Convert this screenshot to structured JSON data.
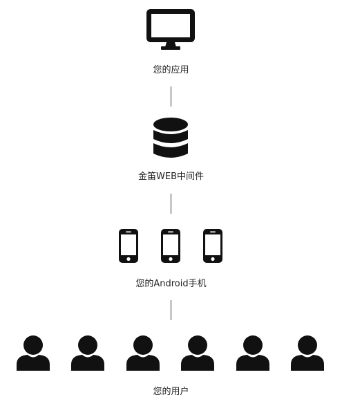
{
  "nodes": {
    "app": {
      "label": "您的应用",
      "icon": "monitor-icon"
    },
    "middleware": {
      "label": "金笛WEB中间件",
      "icon": "database-icon"
    },
    "phones": {
      "label": "您的Android手机",
      "icon": "smartphone-icon"
    },
    "users": {
      "label": "您的用户",
      "icon": "user-icon"
    }
  },
  "colors": {
    "icon": "#111111",
    "connector": "#333333",
    "text": "#222222",
    "background": "#ffffff"
  }
}
